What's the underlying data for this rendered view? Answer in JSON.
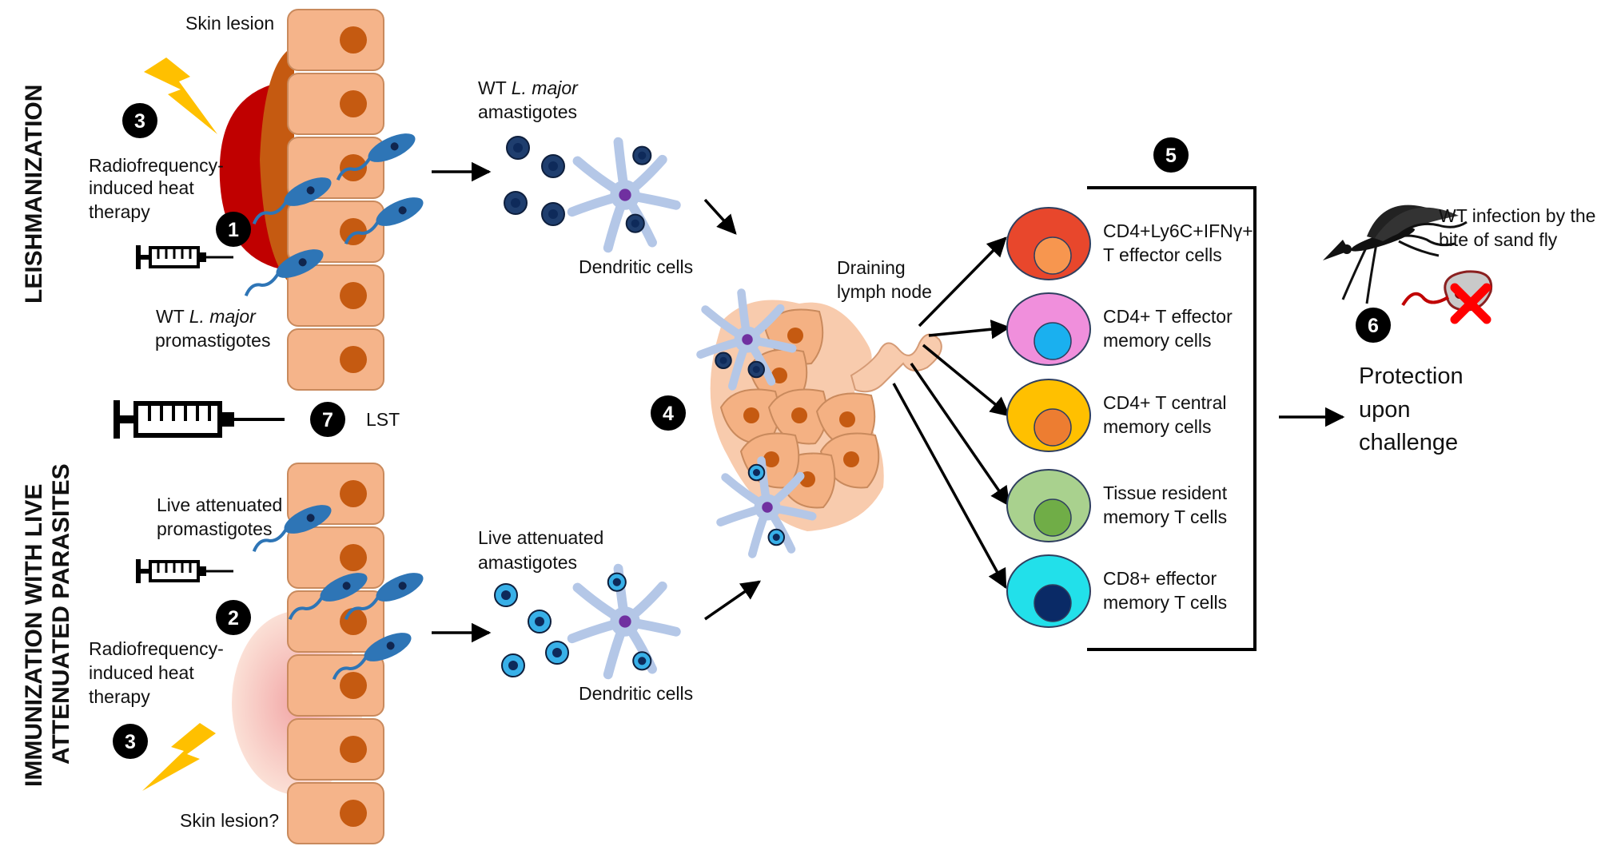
{
  "side_labels": {
    "top": "LEISHMANIZATION",
    "bottom_line1": "IMMUNIZATION WITH LIVE",
    "bottom_line2": "ATTENUATED  PARASITES"
  },
  "badges": {
    "b1": "1",
    "b2": "2",
    "b3_top": "3",
    "b3_bottom": "3",
    "b4": "4",
    "b5": "5",
    "b6": "6",
    "b7": "7"
  },
  "top_panel": {
    "skin_lesion": "Skin lesion",
    "therapy_line1": "Radiofrequency-",
    "therapy_line2": "induced heat",
    "therapy_line3": "therapy",
    "promastigotes_prefix": "WT ",
    "promastigotes_species": "L. major",
    "promastigotes_line2": "promastigotes",
    "amastigotes_prefix": "WT ",
    "amastigotes_species": "L. major",
    "amastigotes_line2": "amastigotes",
    "dendritic_cells": "Dendritic cells"
  },
  "lst": {
    "label": "LST"
  },
  "bottom_panel": {
    "promastigotes_line1": "Live attenuated",
    "promastigotes_line2": "promastigotes",
    "therapy_line1": "Radiofrequency-",
    "therapy_line2": "induced heat",
    "therapy_line3": "therapy",
    "skin_lesion": "Skin lesion?",
    "amastigotes_line1": "Live attenuated",
    "amastigotes_line2": "amastigotes",
    "dendritic_cells": "Dendritic cells"
  },
  "lymph_node": {
    "line1": "Draining",
    "line2": "lymph node"
  },
  "t_cells": [
    {
      "line1": "CD4+Ly6C+IFNγ+",
      "line2": "T effector cells",
      "outer": "#e8472c",
      "inner": "#f7964f"
    },
    {
      "line1": "CD4+ T effector",
      "line2": "memory  cells",
      "outer": "#f08fdc",
      "inner": "#1ab0ef"
    },
    {
      "line1": "CD4+ T central",
      "line2": "memory  cells",
      "outer": "#ffc000",
      "inner": "#ed7d31"
    },
    {
      "line1": "Tissue resident",
      "line2": "memory  T cells",
      "outer": "#a9d18e",
      "inner": "#70ad47"
    },
    {
      "line1": "CD8+ effector",
      "line2": "memory  T cells",
      "outer": "#22e0ea",
      "inner": "#0a2a66"
    }
  ],
  "outcome": {
    "sandfly_line1": "WT infection by the",
    "sandfly_line2": "bite of sand fly",
    "protection_line1": "Protection",
    "protection_line2": "upon",
    "protection_line3": "challenge"
  },
  "colors": {
    "skin_cell": "#f5b48a",
    "skin_cell_border": "#c98a5d",
    "nucleus": "#c55a11",
    "lesion_red": "#c00000",
    "lesion_orange": "#c55a11",
    "bolt": "#ffc000",
    "wt_parasite": "#2e75b6",
    "wt_parasite_nucleus": "#10264f",
    "wt_amastigote": "#1f3e6e",
    "attenuated_amastigote": "#38b0e8",
    "dendritic_cell": "#b4c7e7",
    "dendritic_nucleus": "#7030a0",
    "lymph_node": "#f8cbad",
    "lymph_cell": "#f4b183",
    "red_cross": "#ff0000",
    "infected_cell": "#c9c9c9",
    "mosquito": "#111111"
  }
}
